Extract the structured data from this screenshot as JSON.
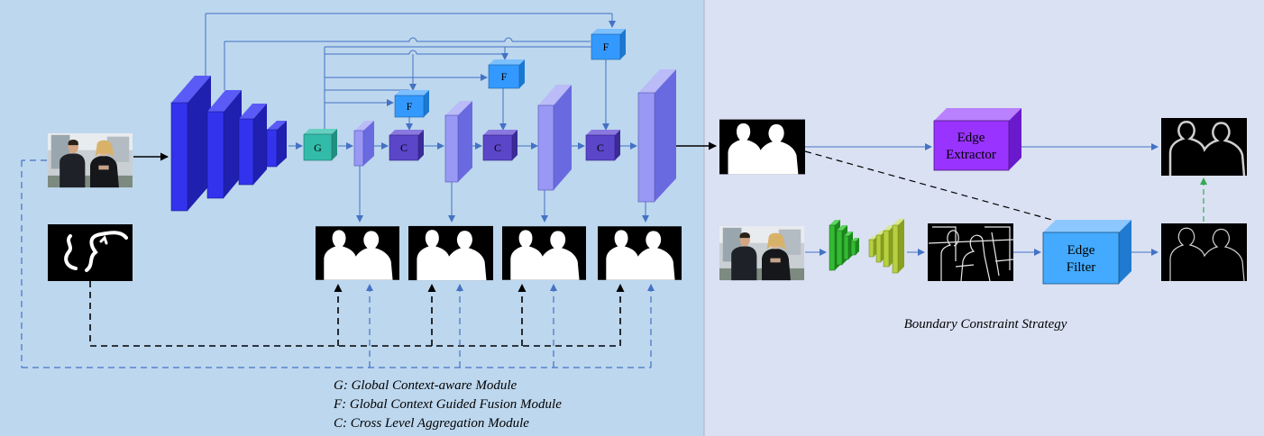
{
  "modules": {
    "g": "G",
    "f": "F",
    "c": "C"
  },
  "legend": [
    "G: Global Context-aware Module",
    "F: Global Context Guided Fusion Module",
    "C: Cross Level Aggregation Module"
  ],
  "boundary": {
    "title": "Boundary Constraint Strategy",
    "edge_extractor": [
      "Edge",
      "Extractor"
    ],
    "edge_filter": [
      "Edge",
      "Filter"
    ]
  },
  "colors": {
    "left_panel_bg": "#bdd7ee",
    "right_panel_bg": "#dae1f3",
    "encoder_block": "#3333ee",
    "decoder_block": "#9999f5",
    "fusion_block": "#3399ff",
    "aggregation_block": "#5b45c8",
    "global_block": "#33bbaa",
    "edge_extractor": "#9933ff",
    "edge_filter": "#44aaff",
    "arrow_blue": "#4472c4",
    "arrow_black": "#000000",
    "arrow_green": "#33aa55"
  },
  "icons": {
    "input_photo": "photo-icon",
    "scribble": "scribble-icon",
    "saliency_map": "mask-icon",
    "edge_map": "edge-map-icon"
  }
}
